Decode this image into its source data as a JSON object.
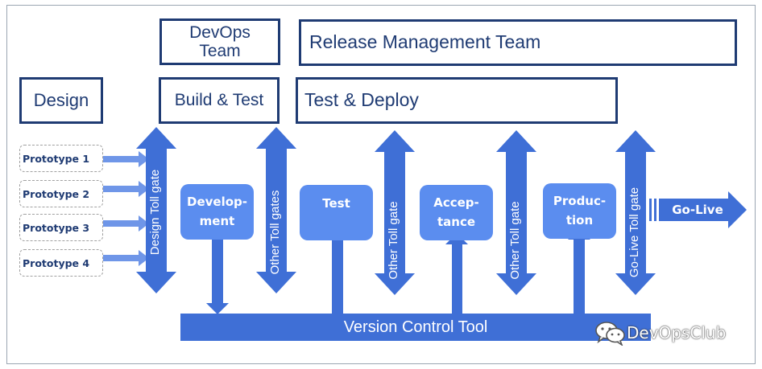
{
  "headers": {
    "devops_team": "DevOps\nTeam",
    "release_team": "Release Management Team",
    "design": "Design",
    "build_test": "Build & Test",
    "test_deploy": "Test & Deploy"
  },
  "prototypes": [
    "Prototype 1",
    "Prototype 2",
    "Prototype 3",
    "Prototype 4"
  ],
  "stages": {
    "development": "Develop-\nment",
    "test": "Test",
    "acceptance": "Accep-\ntance",
    "production": "Produc-\ntion"
  },
  "gates": {
    "design": "Design Toll gate",
    "other1": "Other Toll gates",
    "other2": "Other Toll gate",
    "other3": "Other Toll gate",
    "golive": "Go-Live Toll gate"
  },
  "version_control": "Version Control Tool",
  "go_live": "Go-Live",
  "watermark": "DevOpsClub",
  "colors": {
    "navy": "#1f3b73",
    "arrow_blue": "#3f6fd6",
    "stage_blue": "#5b8def"
  }
}
